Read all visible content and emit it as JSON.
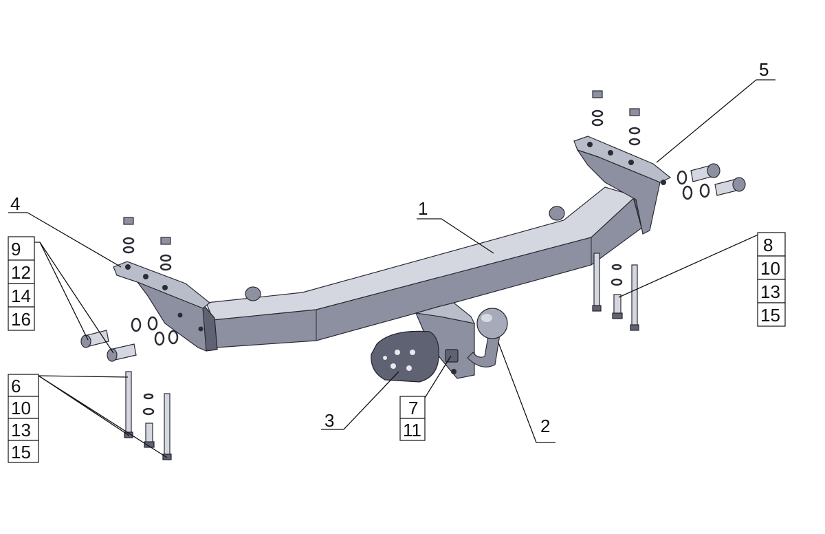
{
  "callouts": {
    "c1": "1",
    "c2": "2",
    "c3": "3",
    "c4": "4",
    "c5": "5"
  },
  "stack_left_upper": [
    "9",
    "12",
    "14",
    "16"
  ],
  "stack_left_lower": [
    "6",
    "10",
    "13",
    "15"
  ],
  "stack_right": [
    "8",
    "10",
    "13",
    "15"
  ],
  "stack_center": [
    "7",
    "11"
  ]
}
